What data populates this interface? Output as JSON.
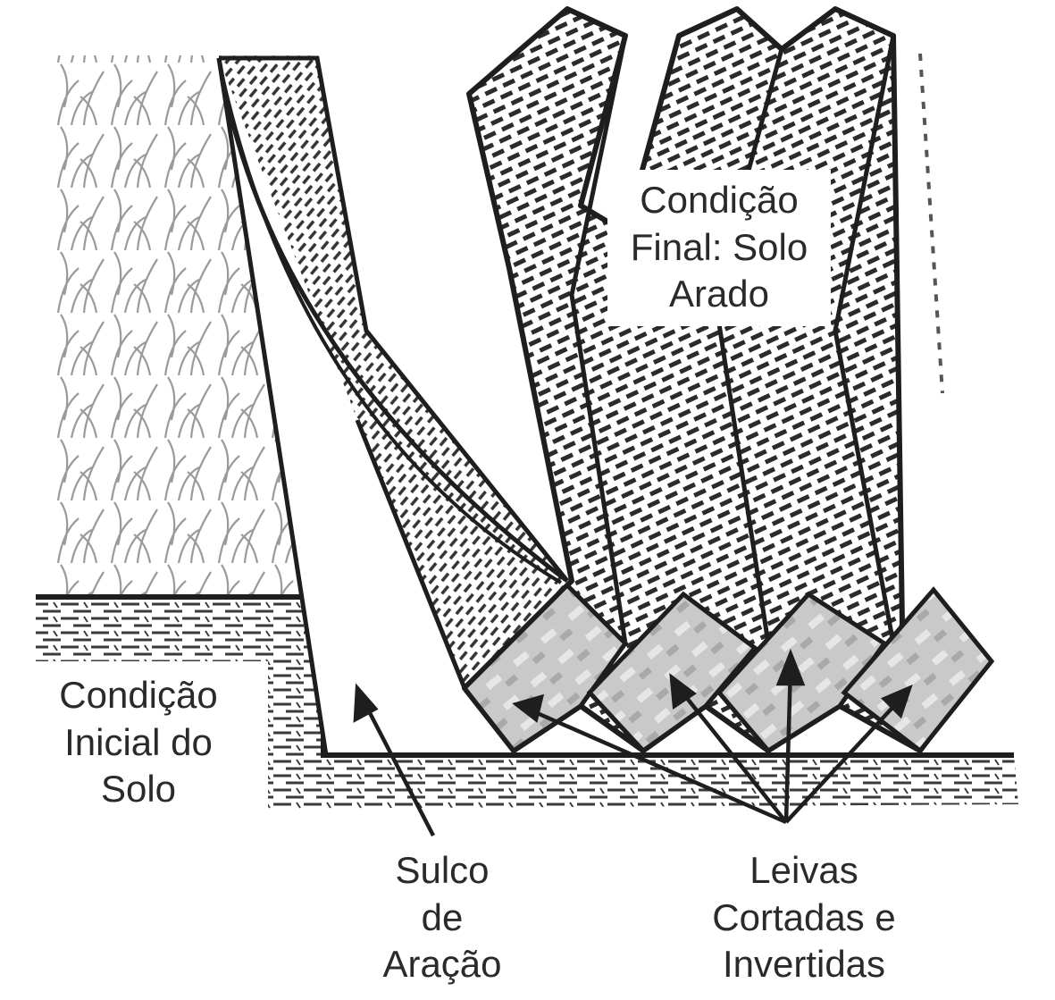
{
  "labels": {
    "final": {
      "lines": [
        "Condição",
        "Final: Solo",
        "Arado"
      ]
    },
    "initial": {
      "lines": [
        "Condição",
        "Inicial do",
        "Solo"
      ]
    },
    "furrow": {
      "lines": [
        "Sulco",
        "de",
        "Aração"
      ]
    },
    "slices": {
      "lines": [
        "Leivas",
        "Cortadas e",
        "Invertidas"
      ]
    }
  },
  "colors": {
    "ink": "#1e1e1e",
    "hatch": "#2b2b2b",
    "grass": "#9a9a9a",
    "gray_band": "#c9c9c9",
    "paper": "#ffffff"
  }
}
